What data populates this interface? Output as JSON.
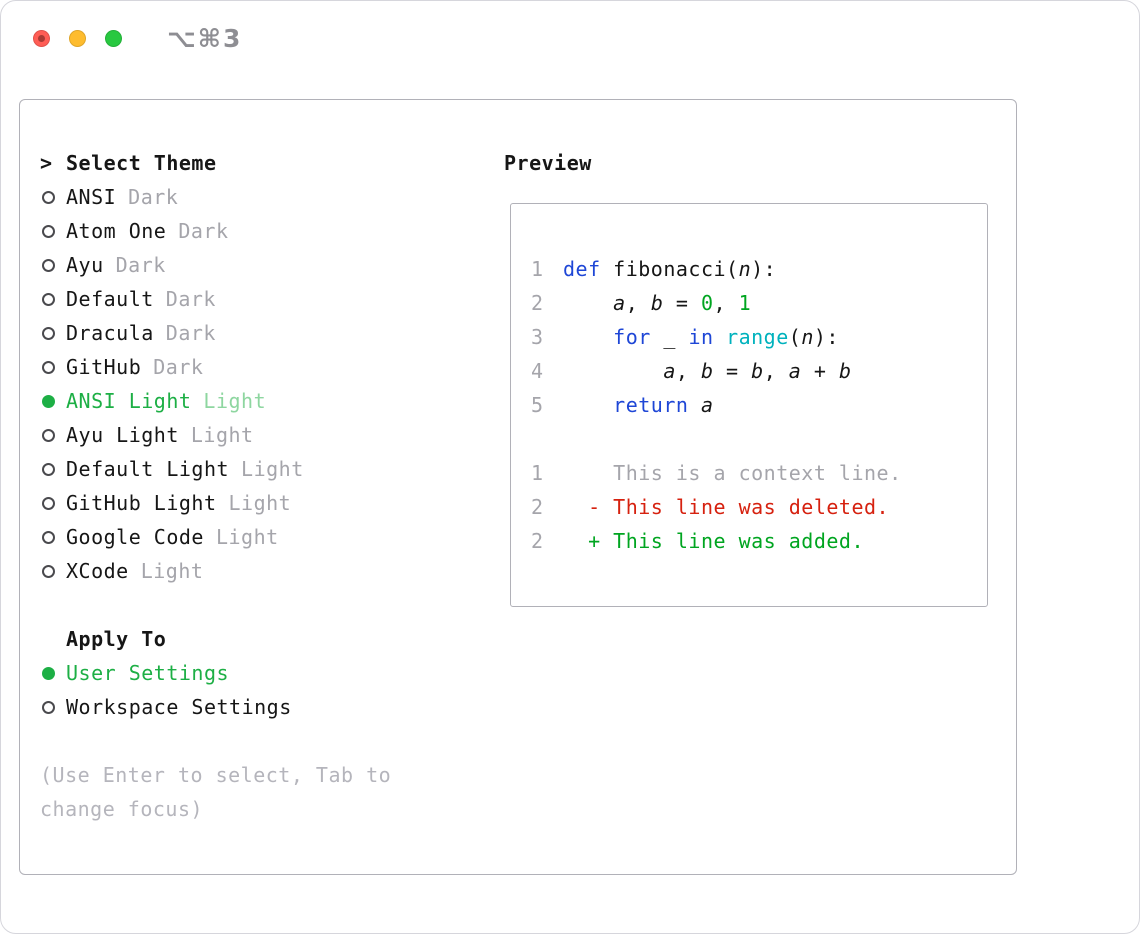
{
  "titlebar": {
    "shortcut": "⌥⌘3"
  },
  "theme_selector": {
    "prompt": ">",
    "title": "Select Theme",
    "items": [
      {
        "label": "ANSI",
        "variant": "Dark",
        "selected": false
      },
      {
        "label": "Atom One",
        "variant": "Dark",
        "selected": false
      },
      {
        "label": "Ayu",
        "variant": "Dark",
        "selected": false
      },
      {
        "label": "Default",
        "variant": "Dark",
        "selected": false
      },
      {
        "label": "Dracula",
        "variant": "Dark",
        "selected": false
      },
      {
        "label": "GitHub",
        "variant": "Dark",
        "selected": false
      },
      {
        "label": "ANSI Light",
        "variant": "Light",
        "selected": true
      },
      {
        "label": "Ayu Light",
        "variant": "Light",
        "selected": false
      },
      {
        "label": "Default Light",
        "variant": "Light",
        "selected": false
      },
      {
        "label": "GitHub Light",
        "variant": "Light",
        "selected": false
      },
      {
        "label": "Google Code",
        "variant": "Light",
        "selected": false
      },
      {
        "label": "XCode",
        "variant": "Light",
        "selected": false
      }
    ]
  },
  "apply_to": {
    "title": "Apply To",
    "items": [
      {
        "label": "User Settings",
        "selected": true
      },
      {
        "label": "Workspace Settings",
        "selected": false
      }
    ]
  },
  "hint": "(Use Enter to select, Tab to change focus)",
  "preview": {
    "title": "Preview",
    "lines": [
      {
        "num": "1",
        "tokens": [
          {
            "t": "def ",
            "c": "kw"
          },
          {
            "t": "fibonacci(",
            "c": "plain"
          },
          {
            "t": "n",
            "c": "var"
          },
          {
            "t": "):",
            "c": "plain"
          }
        ]
      },
      {
        "num": "2",
        "tokens": [
          {
            "t": "    ",
            "c": "plain"
          },
          {
            "t": "a",
            "c": "var"
          },
          {
            "t": ", ",
            "c": "plain"
          },
          {
            "t": "b",
            "c": "var"
          },
          {
            "t": " = ",
            "c": "plain"
          },
          {
            "t": "0",
            "c": "num"
          },
          {
            "t": ", ",
            "c": "plain"
          },
          {
            "t": "1",
            "c": "num"
          }
        ]
      },
      {
        "num": "3",
        "tokens": [
          {
            "t": "    ",
            "c": "plain"
          },
          {
            "t": "for ",
            "c": "kw"
          },
          {
            "t": "_ ",
            "c": "plain"
          },
          {
            "t": "in ",
            "c": "kw"
          },
          {
            "t": "range",
            "c": "fn"
          },
          {
            "t": "(",
            "c": "plain"
          },
          {
            "t": "n",
            "c": "var"
          },
          {
            "t": "):",
            "c": "plain"
          }
        ]
      },
      {
        "num": "4",
        "tokens": [
          {
            "t": "        ",
            "c": "plain"
          },
          {
            "t": "a",
            "c": "var"
          },
          {
            "t": ", ",
            "c": "plain"
          },
          {
            "t": "b",
            "c": "var"
          },
          {
            "t": " = ",
            "c": "plain"
          },
          {
            "t": "b",
            "c": "var"
          },
          {
            "t": ", ",
            "c": "plain"
          },
          {
            "t": "a",
            "c": "var"
          },
          {
            "t": " + ",
            "c": "plain"
          },
          {
            "t": "b",
            "c": "var"
          }
        ]
      },
      {
        "num": "5",
        "tokens": [
          {
            "t": "    ",
            "c": "plain"
          },
          {
            "t": "return ",
            "c": "kw"
          },
          {
            "t": "a",
            "c": "var"
          }
        ]
      },
      {
        "num": "",
        "tokens": []
      },
      {
        "num": "1",
        "tokens": [
          {
            "t": "    This is a context line.",
            "c": "ctx"
          }
        ]
      },
      {
        "num": "2",
        "tokens": [
          {
            "t": "  - This line was deleted.",
            "c": "del"
          }
        ]
      },
      {
        "num": "2",
        "tokens": [
          {
            "t": "  + This line was added.",
            "c": "add"
          }
        ]
      }
    ]
  },
  "colors": {
    "accent_green": "#1daf45",
    "accent_green_soft": "#8ed6a0",
    "keyword_blue": "#1e46d6",
    "number_green": "#00a520",
    "function_cyan": "#00b2bd",
    "deleted_red": "#d6210f",
    "added_green": "#00a520",
    "muted": "#a5a5ab",
    "hint": "#b5b5bc",
    "text": "#161616"
  }
}
